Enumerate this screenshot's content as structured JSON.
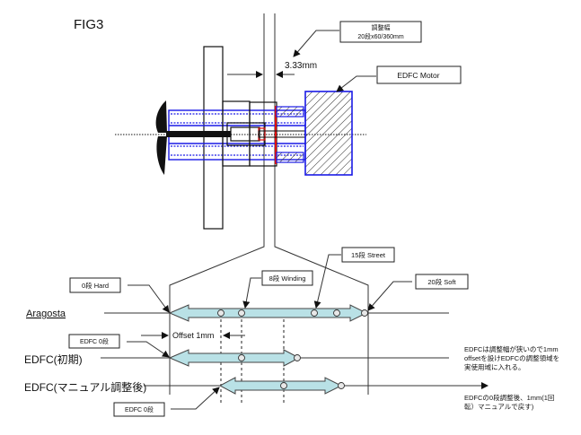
{
  "figure": {
    "title": "FIG3",
    "callouts": {
      "adjust_range_line1": "調整幅",
      "adjust_range_line2": "20段x60/360mm",
      "gap": "3.33mm",
      "motor": "EDFC  Motor"
    },
    "scale_labels": {
      "hard": "0段  Hard",
      "winding": "8段  Winding",
      "street": "15段  Street",
      "soft": "20段  Soft",
      "edfc_zero_initial": "EDFC  0段",
      "edfc_zero_manual": "EDFC  0段",
      "offset": "Offset  1mm"
    },
    "rows": [
      {
        "label": "Aragosta"
      },
      {
        "label": "EDFC(初期)"
      },
      {
        "label": "EDFC(マニュアル調整後)"
      }
    ],
    "notes": {
      "note1_line1": "EDFCは調整幅が狭いので1mm",
      "note1_line2": "offsetを設けEDFCの調整領域を",
      "note1_line3": "実使用域に入れる。",
      "note2_line1": "EDFCの0段調整後、1mm(1回",
      "note2_line2": "転）マニュアルで戻す)"
    },
    "colors": {
      "arrow_fill": "#b9e1e6",
      "outline_blue": "#1a1ae6",
      "accent_red": "#e01010"
    }
  }
}
